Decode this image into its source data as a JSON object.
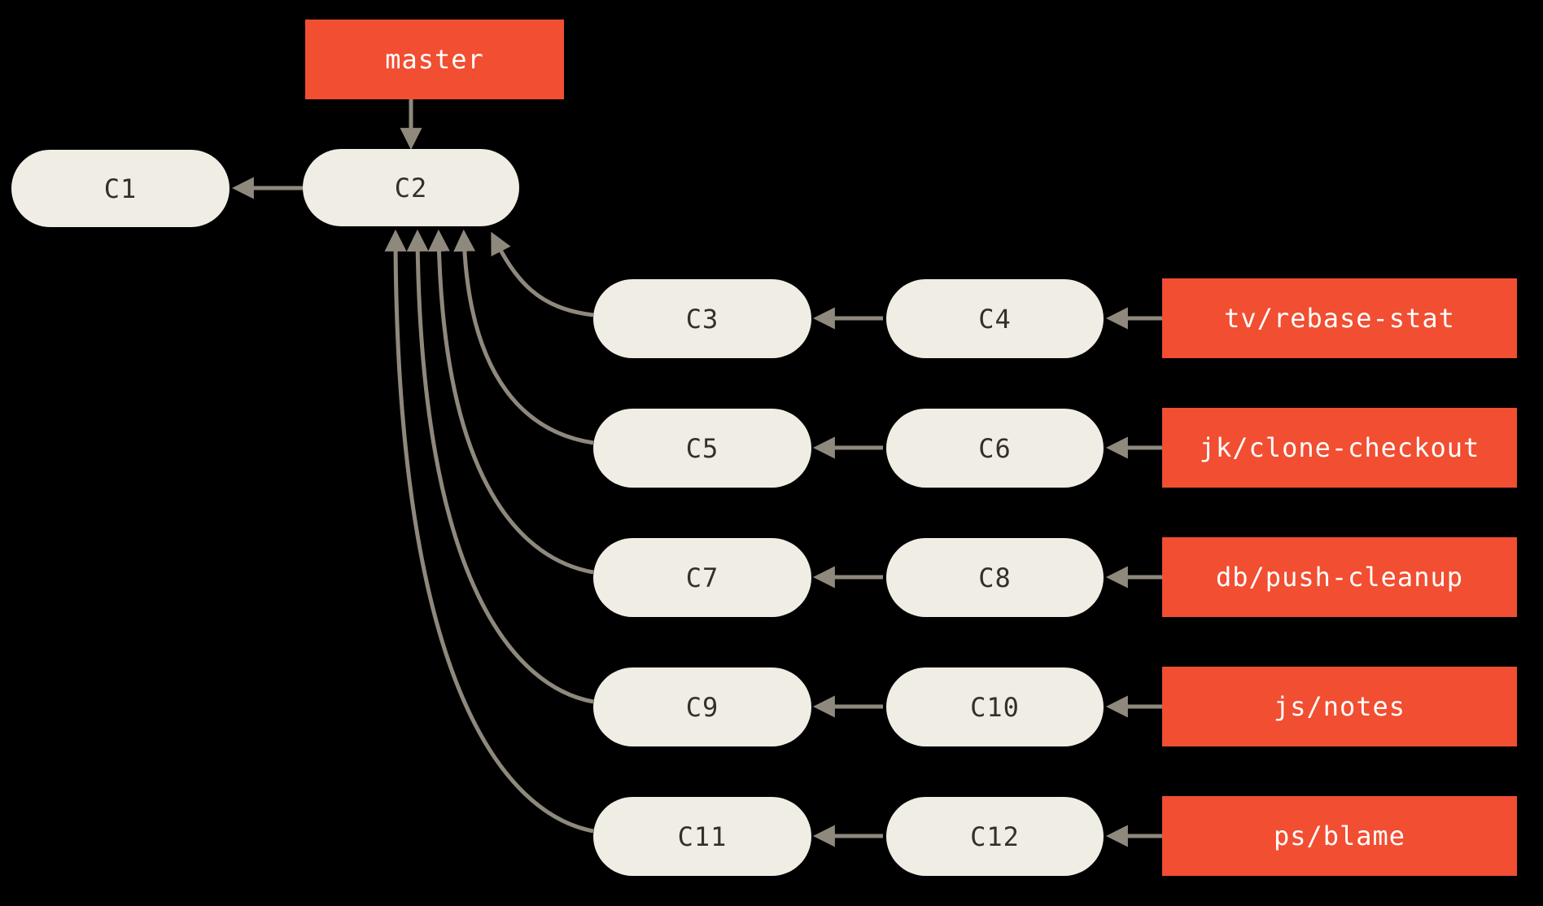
{
  "diagram": {
    "colors": {
      "background": "#000000",
      "node_fill": "#F0EEE4",
      "node_text": "#33302B",
      "branch_fill": "#F14E32",
      "branch_text": "#FFFFFF",
      "arrow": "#8F887D"
    },
    "master": {
      "label": "master"
    },
    "commits": {
      "c1": "C1",
      "c2": "C2"
    },
    "rows": [
      {
        "first_commit": "C3",
        "second_commit": "C4",
        "branch": "tv/rebase-stat"
      },
      {
        "first_commit": "C5",
        "second_commit": "C6",
        "branch": "jk/clone-checkout"
      },
      {
        "first_commit": "C7",
        "second_commit": "C8",
        "branch": "db/push-cleanup"
      },
      {
        "first_commit": "C9",
        "second_commit": "C10",
        "branch": "js/notes"
      },
      {
        "first_commit": "C11",
        "second_commit": "C12",
        "branch": "ps/blame"
      }
    ],
    "edges": [
      {
        "from": "master",
        "to": "C2"
      },
      {
        "from": "C2",
        "to": "C1"
      },
      {
        "from": "C3",
        "to": "C2"
      },
      {
        "from": "C4",
        "to": "C3"
      },
      {
        "from": "tv/rebase-stat",
        "to": "C4"
      },
      {
        "from": "C5",
        "to": "C2"
      },
      {
        "from": "C6",
        "to": "C5"
      },
      {
        "from": "jk/clone-checkout",
        "to": "C6"
      },
      {
        "from": "C7",
        "to": "C2"
      },
      {
        "from": "C8",
        "to": "C7"
      },
      {
        "from": "db/push-cleanup",
        "to": "C8"
      },
      {
        "from": "C9",
        "to": "C2"
      },
      {
        "from": "C10",
        "to": "C9"
      },
      {
        "from": "js/notes",
        "to": "C10"
      },
      {
        "from": "C11",
        "to": "C2"
      },
      {
        "from": "C12",
        "to": "C11"
      },
      {
        "from": "ps/blame",
        "to": "C12"
      }
    ]
  }
}
